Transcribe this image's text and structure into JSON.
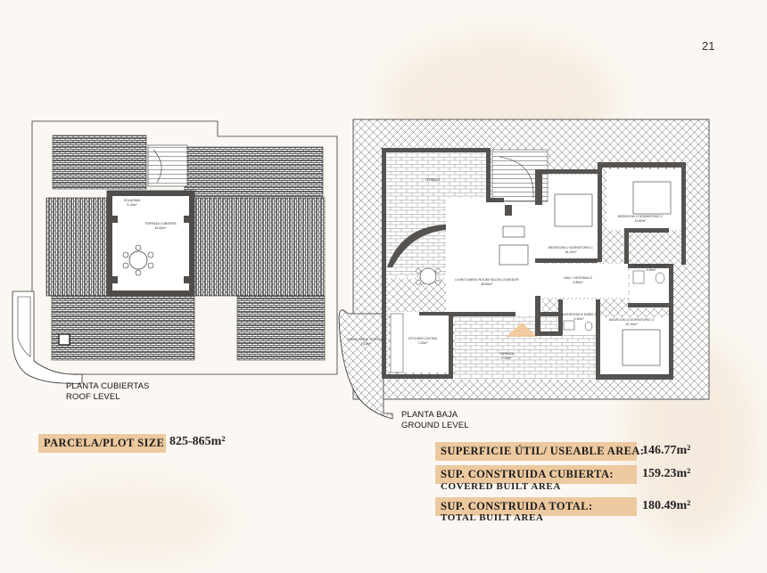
{
  "page_number": "21",
  "plans": {
    "roof": {
      "title": "PLANTA CUBIERTAS",
      "subtitle": "ROOF LEVEL",
      "rooms": [
        {
          "name": "SOLARIUM",
          "area": "5.10m²"
        },
        {
          "name": "TERRAZA CUBIERTA",
          "area": "15.60m²"
        }
      ]
    },
    "ground": {
      "title": "PLANTA BAJA",
      "subtitle": "GROUND LEVEL",
      "rooms": [
        {
          "name": "TERRAZA",
          "area": ""
        },
        {
          "name": "BEDROOM 1/ DORMITORIO 1",
          "area": "16.10m²"
        },
        {
          "name": "BEDROOM 2/ DORMITORIO 2",
          "area": "11.60m²"
        },
        {
          "name": "BATHROOM 1/ BAÑO 1",
          "area": "4.60m²"
        },
        {
          "name": "HALL / VESTIBULO",
          "area": "4.80m²"
        },
        {
          "name": "LIVING DINING ROOM/ SALON COMEDOR",
          "area": "38.80m²"
        },
        {
          "name": "BATHROOM 2/ BAÑO 2",
          "area": "4.40m²"
        },
        {
          "name": "BEDROOM 3/ DORMITORIO 3",
          "area": "10.10m²"
        },
        {
          "name": "KITCHEN/ COCINA",
          "area": "7.20m²"
        },
        {
          "name": "DINING AREA/ TERRAZA",
          "area": "7.20m²"
        },
        {
          "name": "TERRAZA",
          "area": "9.10m²"
        }
      ]
    }
  },
  "plot": {
    "label": "PARCELA/PLOT SIZE",
    "value": "825-865m²"
  },
  "areas": [
    {
      "label": "SUPERFICIE ÚTIL/ USEABLE AREA:",
      "value": "146.77m²",
      "sublabel": ""
    },
    {
      "label": "SUP. CONSTRUIDA CUBIERTA:",
      "value": "159.23m²",
      "sublabel": "COVERED BUILT AREA"
    },
    {
      "label": "SUP. CONSTRUIDA TOTAL:",
      "value": "180.49m²",
      "sublabel": "TOTAL BUILT AREA"
    }
  ],
  "colors": {
    "accent": "#edc99f",
    "wall": "#55524f",
    "background": "#fbf8f3"
  }
}
